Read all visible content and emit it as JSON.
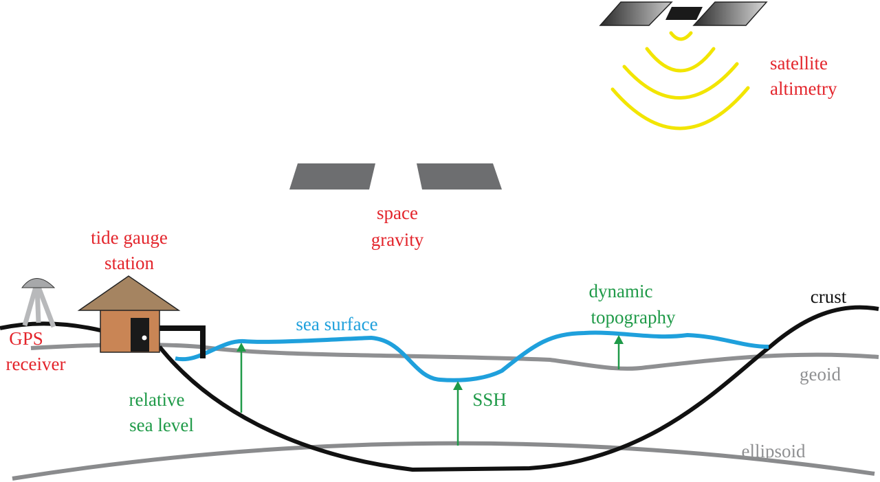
{
  "labels": {
    "satellite_altimetry": [
      "satellite",
      "altimetry"
    ],
    "space_gravity": [
      "space",
      "gravity"
    ],
    "tide_gauge_station": [
      "tide gauge",
      "station"
    ],
    "gps_receiver": [
      "GPS",
      "receiver"
    ],
    "sea_surface": "sea surface",
    "dynamic_topography": [
      "dynamic",
      "topography"
    ],
    "crust": "crust",
    "geoid": "geoid",
    "ssh": "SSH",
    "relative_sea_level": [
      "relative",
      "sea level"
    ],
    "ellipsoid": "ellipsoid"
  },
  "colors": {
    "label_red": "#e3242b",
    "measure_green": "#1f9a48",
    "sea_blue": "#1fa0dc",
    "surface_gray": "#8f9092",
    "signal_yellow": "#f2e500"
  }
}
